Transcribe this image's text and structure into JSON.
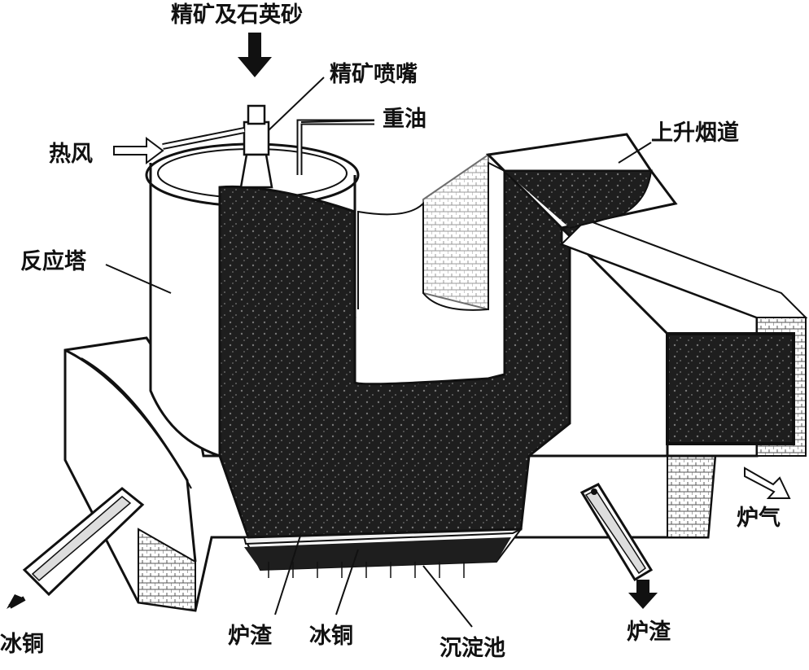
{
  "labels": {
    "feed": "精矿及石英砂",
    "nozzle": "精矿喷嘴",
    "heavy_oil": "重油",
    "hot_air": "热风",
    "riser": "上升烟道",
    "reaction_tower": "反应塔",
    "furnace_gas": "炉气",
    "matte_left": "冰铜",
    "slag_bottom": "炉渣",
    "matte_bottom": "冰铜",
    "settler": "沉淀池",
    "slag_right": "炉渣"
  },
  "colors": {
    "ink": "#111111",
    "molten": "#1e1e1e",
    "wall": "#ffffff",
    "slag": "#f2f2f2"
  }
}
